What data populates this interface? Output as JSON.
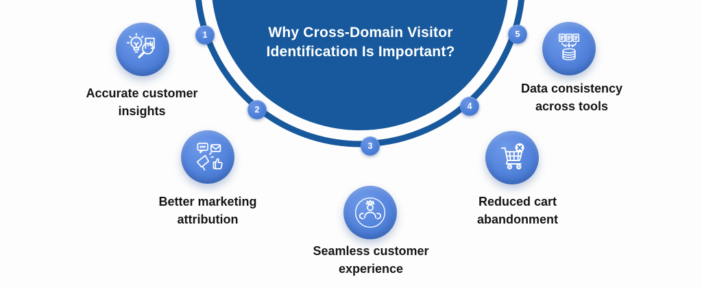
{
  "title": {
    "line1": "Why Cross-Domain Visitor",
    "line2": "Identification Is Important?"
  },
  "steps": [
    {
      "number": "1",
      "label": "Accurate customer\ninsights",
      "icon": "lightbulb-magnifier-icon"
    },
    {
      "number": "2",
      "label": "Better marketing\nattribution",
      "icon": "megaphone-engagement-icon"
    },
    {
      "number": "3",
      "label": "Seamless customer\nexperience",
      "icon": "customer-care-icon"
    },
    {
      "number": "4",
      "label": "Reduced cart\nabandonment",
      "icon": "cart-cancel-icon"
    },
    {
      "number": "5",
      "label": "Data consistency\nacross tools",
      "icon": "documents-to-database-icon"
    }
  ],
  "colors": {
    "primary_blue": "#17599c",
    "badge_blue": "#4a7ed6",
    "icon_circle_blue": "#5585dd",
    "background": "#fdfdfd",
    "label_text": "#141414",
    "title_text": "#ffffff"
  }
}
